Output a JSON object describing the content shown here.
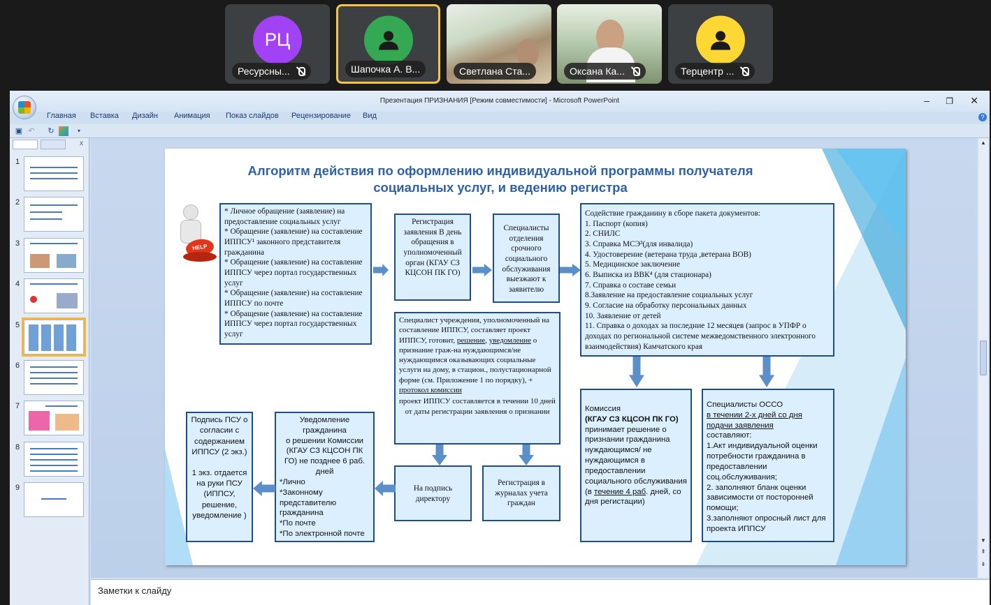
{
  "participants": [
    {
      "initials": "РЦ",
      "name": "Ресурсны...",
      "color": "#a142f4",
      "muted": true,
      "type": "initials"
    },
    {
      "initials": "",
      "name": "Шапочка А. В...",
      "color": "#34a853",
      "muted": false,
      "type": "icon",
      "active": true
    },
    {
      "initials": "",
      "name": "Светлана Ста...",
      "color": "",
      "muted": false,
      "type": "video"
    },
    {
      "initials": "",
      "name": "Оксана Ка...",
      "color": "",
      "muted": true,
      "type": "video"
    },
    {
      "initials": "",
      "name": "Терцентр ...",
      "color": "#fdd835",
      "muted": true,
      "type": "icon"
    }
  ],
  "window": {
    "title": "Презентация ПРИЗНАНИЯ [Режим совместимости] - Microsoft PowerPoint",
    "tabs": [
      "Главная",
      "Вставка",
      "Дизайн",
      "Анимация",
      "Показ слайдов",
      "Рецензирование",
      "Вид"
    ],
    "controls": {
      "min": "–",
      "restore": "❐",
      "close": "✕"
    }
  },
  "thumbnails": {
    "numbers": [
      "1",
      "2",
      "3",
      "4",
      "5",
      "6",
      "7",
      "8",
      "9"
    ],
    "selected": "5"
  },
  "slide": {
    "title_line1": "Алгоритм  действия по оформлению индивидуальной программы получателя",
    "title_line2": "социальных услуг, и ведению регистра",
    "help_label": "HELP",
    "box_applications": [
      "* Личное обращение (заявление) на предоставление социальных услуг",
      "* Обращение (заявление) на составление ИППСУ¹ законного представителя  гражданина",
      "* Обращение (заявление) на составление ИППСУ через портал государственных услуг",
      "* Обращение (заявление) на составление ИППСУ по почте",
      "* Обращение (заявление) на составление ИППСУ через портал государственных услуг"
    ],
    "box_registration": "Регистрация заявления В день обращения в уполномоченный орган (КГАУ СЗ КЦСОН ПК ГО)",
    "box_specialists_visit": "Специалисты отделения срочного социального обслуживания выезжают к заявителю",
    "box_documents": [
      "Содействие гражданину  в сборе пакета документов:",
      "1. Паспорт (копия)",
      "2. СНИЛС",
      "3. Справка МСЭ³(для инвалида)",
      "4. Удостоверение (ветерана труда ,ветерана ВОВ)",
      "5. Медицинское заключение",
      "6. Выписка из ВВК⁴ (для стационара)",
      "7. Справка о составе семьи",
      "8.Заявление на предоставление социальных услуг",
      "9. Согласие на обработку персональных данных",
      "10. Заявление от детей",
      "11. Справка о доходах за последние 12 месяцев (запрос в УПФР о доходах по региональной системе межведомственного электронного взаимодействия) Камчатского  края"
    ],
    "box_specialist_institution_a": "Специалист  учреждения, уполномоченный на составление ИППСУ, составляет проект ИППСУ, готовит, ",
    "box_specialist_institution_u1": "решение",
    "box_specialist_institution_b": ", ",
    "box_specialist_institution_u2": "уведомление",
    "box_specialist_institution_c": " о признание граж-на нуждающимся/не нуждающимся оказывающих социальные услуги  на дому, в стацион., полустационарной форме (см. Приложение 1 по порядку),  + ",
    "box_specialist_institution_u3": "протокол комиссии",
    "box_specialist_institution_d": "проект ИППСУ составляется в течении 10 дней от даты регистрации заявления о  признании",
    "box_commission_a": "Комиссия",
    "box_commission_b": "(КГАУ СЗ КЦСОН ПК ГО)",
    "box_commission_c": "принимает решение о признании   гражданина нуждающимся/ не нуждающимся в предоставлении социального обслуживания (в ",
    "box_commission_u": "течение 4 раб",
    "box_commission_d": ". дней, со дня регистации)",
    "box_osso_a": "Специалисты ОССО",
    "box_osso_u": " в течении 2-х дней со дня подачи заявления",
    "box_osso_b": "составляют:",
    "box_osso_c": [
      "1.Акт индивидуальной оценки потребности гражданина в предоставлении соц.обслуживания;",
      "2. заполняют бланк оценки зависимости от посторонней помощи;",
      "3.заполняют опросный лист для проекта  ИППСУ"
    ],
    "box_signature_director": "На подпись директору",
    "box_registration_journals": "Регистрация в журналах учета граждан",
    "box_notification": [
      "Уведомление гражданина",
      "о решении  Комиссии (КГАУ СЗ КЦСОН ПК ГО)  не позднее 6 раб. дней"
    ],
    "box_notification_list": [
      "*Лично",
      "*Законному представителю гражданина",
      "*По почте",
      "*По электронной почте"
    ],
    "box_psu": [
      "Подпись ПСУ о согласии с содержанием ИППСУ (2 экз.)",
      "1 экз. отдается на руки ПСУ (ИППСУ, решение, уведомление )"
    ]
  },
  "notes_label": "Заметки к слайду"
}
